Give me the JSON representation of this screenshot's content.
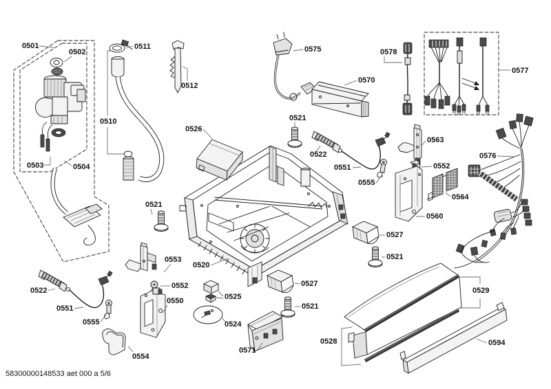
{
  "document": {
    "footer_code": "58300000148533 aet 000 a 5/6"
  },
  "labels": [
    {
      "id": "0501",
      "text": "0501"
    },
    {
      "id": "0502",
      "text": "0502"
    },
    {
      "id": "0511",
      "text": "0511"
    },
    {
      "id": "0512",
      "text": "0512"
    },
    {
      "id": "0575",
      "text": "0575"
    },
    {
      "id": "0578",
      "text": "0578"
    },
    {
      "id": "0577",
      "text": "0577"
    },
    {
      "id": "0570",
      "text": "0570"
    },
    {
      "id": "0510",
      "text": "0510"
    },
    {
      "id": "0526",
      "text": "0526"
    },
    {
      "id": "0521",
      "text": "0521"
    },
    {
      "id": "0522",
      "text": "0522"
    },
    {
      "id": "0551",
      "text": "0551"
    },
    {
      "id": "0563",
      "text": "0563"
    },
    {
      "id": "0552",
      "text": "0552"
    },
    {
      "id": "0555",
      "text": "0555"
    },
    {
      "id": "0576",
      "text": "0576"
    },
    {
      "id": "0564",
      "text": "0564"
    },
    {
      "id": "0560",
      "text": "0560"
    },
    {
      "id": "0503",
      "text": "0503"
    },
    {
      "id": "0504",
      "text": "0504"
    },
    {
      "id": "0521",
      "text": "0521"
    },
    {
      "id": "0527",
      "text": "0527"
    },
    {
      "id": "0521",
      "text": "0521"
    },
    {
      "id": "0553",
      "text": "0553"
    },
    {
      "id": "0520",
      "text": "0520"
    },
    {
      "id": "0522",
      "text": "0522"
    },
    {
      "id": "0552",
      "text": "0552"
    },
    {
      "id": "0550",
      "text": "0550"
    },
    {
      "id": "0551",
      "text": "0551"
    },
    {
      "id": "0525",
      "text": "0525"
    },
    {
      "id": "0555",
      "text": "0555"
    },
    {
      "id": "0524",
      "text": "0524"
    },
    {
      "id": "0527",
      "text": "0527"
    },
    {
      "id": "0521",
      "text": "0521"
    },
    {
      "id": "0554",
      "text": "0554"
    },
    {
      "id": "0571",
      "text": "0571"
    },
    {
      "id": "0528",
      "text": "0528"
    },
    {
      "id": "0529",
      "text": "0529"
    },
    {
      "id": "0594",
      "text": "0594"
    }
  ],
  "colors": {
    "line": "#1a1a1a",
    "background": "#ffffff",
    "dark_fill": "#4a4a4a"
  }
}
